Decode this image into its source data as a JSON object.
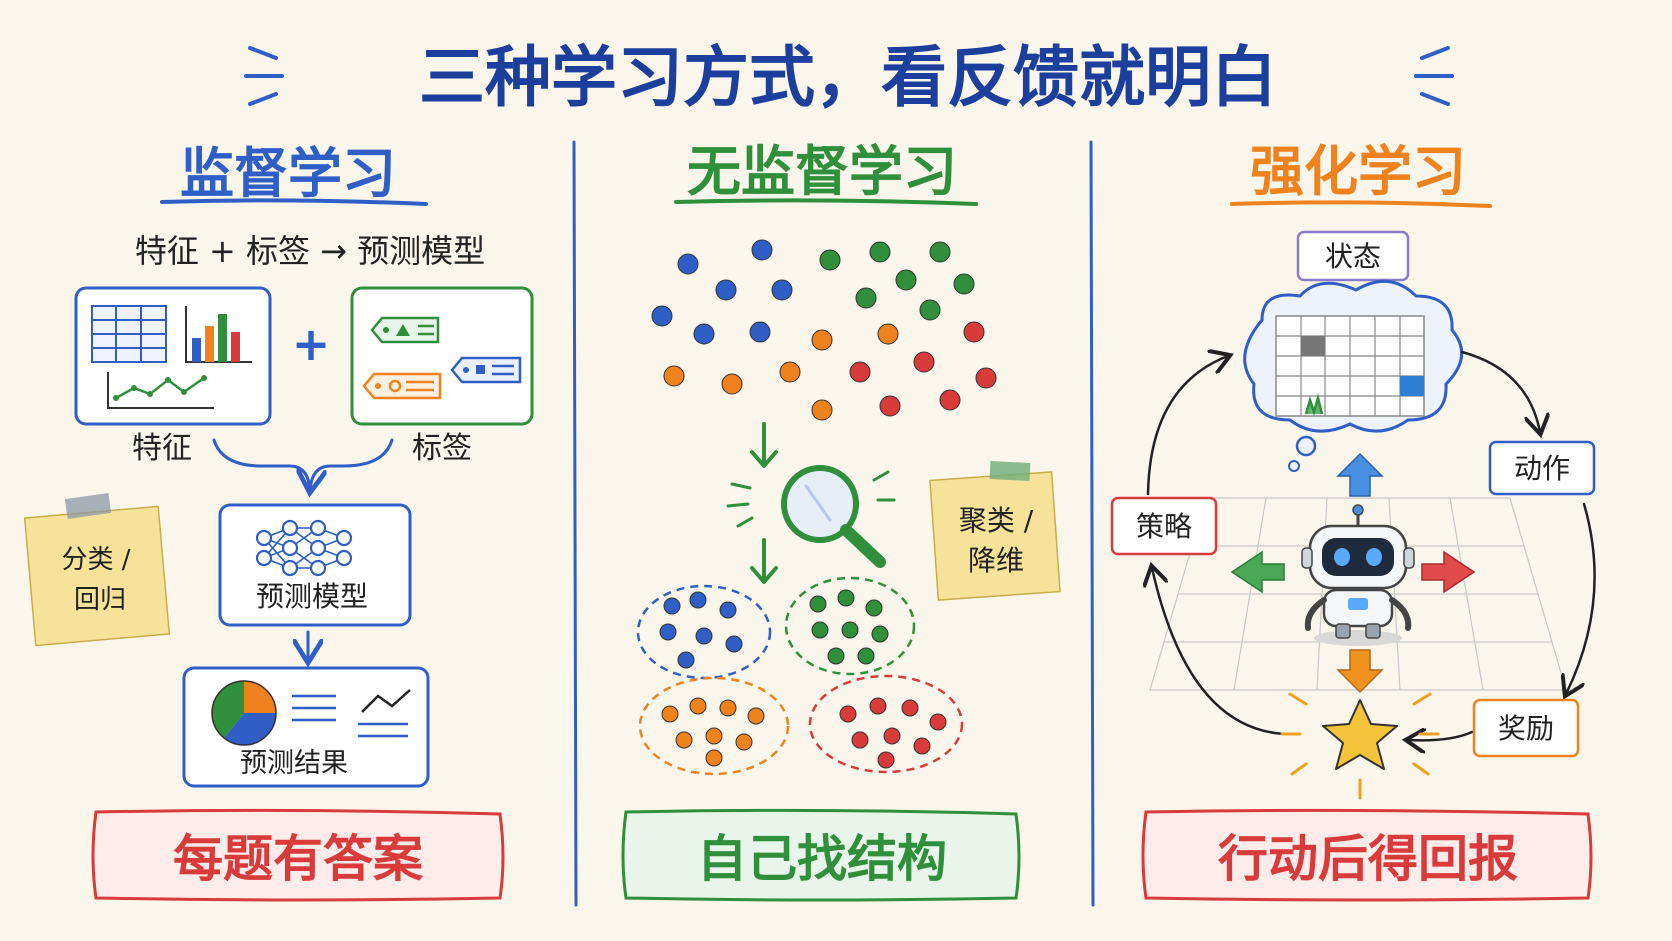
{
  "title": "三种学习方式，看反馈就明白",
  "colors": {
    "background": "#faf6ec",
    "title": "#1c3f9e",
    "blue": "#2f5fc6",
    "green": "#2f8f3a",
    "orange": "#f0821e",
    "red": "#d93a3a",
    "purple": "#8a7cc8",
    "note": "#f7e29a",
    "star": "#f4c33a"
  },
  "supervised": {
    "heading": "监督学习",
    "formula": "特征 + 标签 → 预测模型",
    "feature_label": "特征",
    "label_label": "标签",
    "plus": "+",
    "model_label": "预测模型",
    "result_label": "预测结果",
    "note": [
      "分类 /",
      "回归"
    ],
    "summary": "每题有答案",
    "icons": [
      "table-icon",
      "bar-chart-icon",
      "line-chart-icon",
      "tag-icon",
      "neural-network-icon",
      "pie-chart-icon"
    ]
  },
  "unsupervised": {
    "heading": "无监督学习",
    "note": [
      "聚类 /",
      "降维"
    ],
    "summary": "自己找结构",
    "icons": [
      "magnifier-icon",
      "arrow-down-icon"
    ]
  },
  "reinforcement": {
    "heading": "强化学习",
    "state_label": "状态",
    "action_label": "动作",
    "reward_label": "奖励",
    "policy_label": "策略",
    "summary": "行动后得回报",
    "icons": [
      "robot-icon",
      "star-icon",
      "grid-world-icon",
      "thought-cloud-icon"
    ]
  }
}
